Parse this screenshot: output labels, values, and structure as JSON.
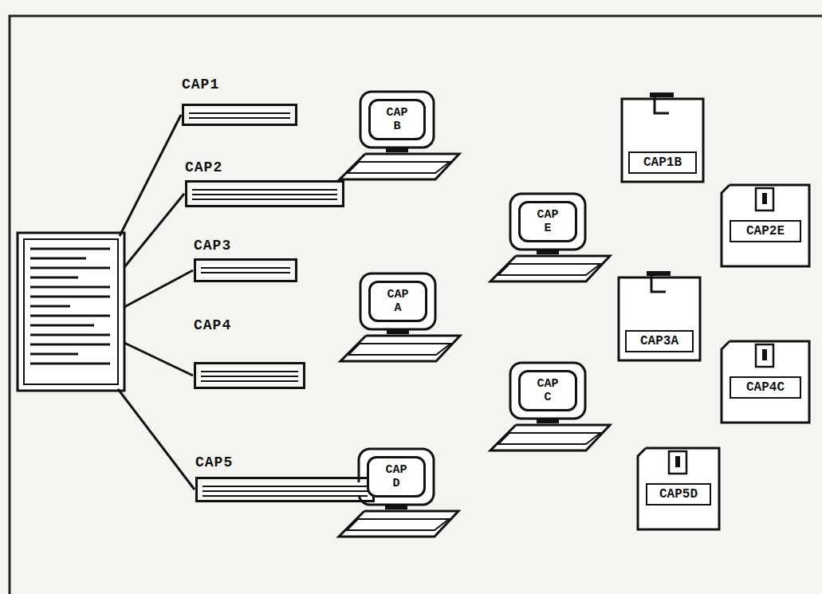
{
  "diagram": {
    "nodes": [
      {
        "text": [
          "CAP1"
        ]
      },
      {
        "text": [
          "CAP B"
        ]
      },
      {
        "text": [
          "CAP1B"
        ]
      },
      {
        "text": [
          "CAP2"
        ]
      },
      {
        "text": [
          "CAP E"
        ]
      },
      {
        "text": [
          "CAP2E"
        ]
      },
      {
        "text": [
          "CAP3"
        ]
      },
      {
        "text": [
          "CAP A"
        ]
      },
      {
        "text": [
          "CAP3A"
        ]
      },
      {
        "text": [
          "CAP4"
        ]
      },
      {
        "text": [
          "CAP C"
        ]
      },
      {
        "text": [
          "CAP4C"
        ]
      },
      {
        "text": [
          "CAP5"
        ]
      },
      {
        "text": [
          "CAP D"
        ]
      },
      {
        "text": [
          "CAP5D"
        ]
      }
    ]
  }
}
